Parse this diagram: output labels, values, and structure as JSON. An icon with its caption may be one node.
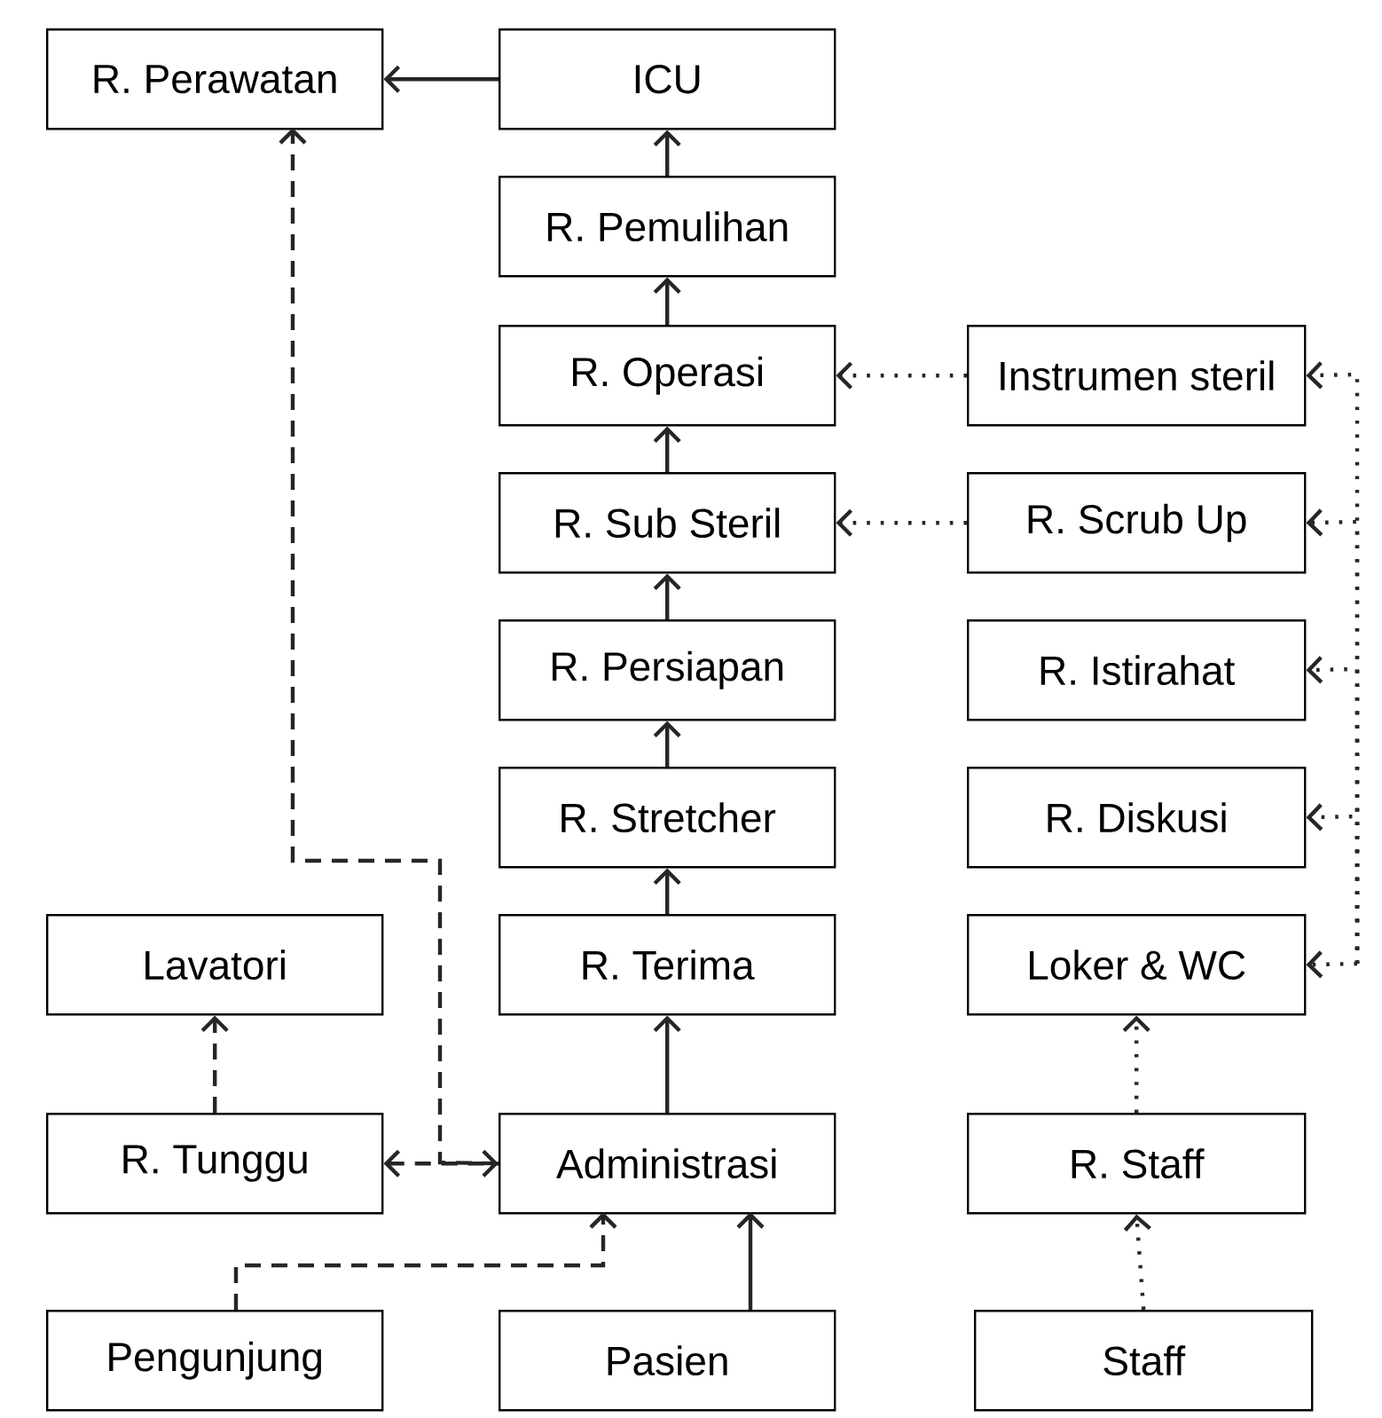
{
  "diagram": {
    "nodes": [
      {
        "text": [
          "R. Perawatan"
        ]
      },
      {
        "text": [
          "ICU"
        ]
      },
      {
        "text": [
          "R. Pemulihan"
        ]
      },
      {
        "text": [
          "R. Operasi"
        ]
      },
      {
        "text": [
          "Instrumen steril"
        ]
      },
      {
        "text": [
          "R. Sub Steril"
        ]
      },
      {
        "text": [
          "R. Scrub Up"
        ]
      },
      {
        "text": [
          "R. Persiapan"
        ]
      },
      {
        "text": [
          "R. Istirahat"
        ]
      },
      {
        "text": [
          "R. Stretcher"
        ]
      },
      {
        "text": [
          "R. Diskusi"
        ]
      },
      {
        "text": [
          "Lavatori"
        ]
      },
      {
        "text": [
          "R. Terima"
        ]
      },
      {
        "text": [
          "Loker & WC"
        ]
      },
      {
        "text": [
          "R. Tunggu"
        ]
      },
      {
        "text": [
          "Administrasi"
        ]
      },
      {
        "text": [
          "R. Staff"
        ]
      },
      {
        "text": [
          "Pengunjung"
        ]
      },
      {
        "text": [
          "Pasien"
        ]
      },
      {
        "text": [
          "Staff"
        ]
      }
    ],
    "edges": [
      {
        "from": 1,
        "to": 0,
        "arrow": "to"
      },
      {
        "from": 2,
        "to": 1,
        "arrow": "to"
      },
      {
        "from": 3,
        "to": 2,
        "arrow": "to"
      },
      {
        "from": 5,
        "to": 3,
        "arrow": "to"
      },
      {
        "from": 7,
        "to": 5,
        "arrow": "to"
      },
      {
        "from": 9,
        "to": 7,
        "arrow": "to"
      },
      {
        "from": 12,
        "to": 9,
        "arrow": "to"
      },
      {
        "from": 15,
        "to": 12,
        "arrow": "to"
      },
      {
        "from": 18,
        "to": 15,
        "arrow": "to"
      },
      {
        "from": 17,
        "to": 15,
        "arrow": "to",
        "style": "dashed"
      },
      {
        "from": 14,
        "to": 11,
        "arrow": "to",
        "style": "dashed"
      },
      {
        "from": 14,
        "to": 15,
        "arrow": "both",
        "style": "dashed"
      },
      {
        "from": 15,
        "to": 0,
        "arrow": "to",
        "style": "dashed"
      },
      {
        "from": 4,
        "to": 3,
        "arrow": "to",
        "style": "dashed"
      },
      {
        "from": 6,
        "to": 5,
        "arrow": "to",
        "style": "dashed"
      },
      {
        "from": 19,
        "to": 16,
        "arrow": "to",
        "style": "dashed"
      },
      {
        "from": 16,
        "to": 13,
        "arrow": "to",
        "style": "dashed"
      },
      {
        "from": null,
        "to": 4,
        "arrow": "to",
        "style": "dashed"
      },
      {
        "from": null,
        "to": 6,
        "arrow": "to",
        "style": "dashed"
      },
      {
        "from": null,
        "to": 8,
        "arrow": "to",
        "style": "dashed"
      },
      {
        "from": null,
        "to": 10,
        "arrow": "to",
        "style": "dashed"
      },
      {
        "from": null,
        "to": 13,
        "arrow": "to",
        "style": "dashed"
      }
    ]
  }
}
